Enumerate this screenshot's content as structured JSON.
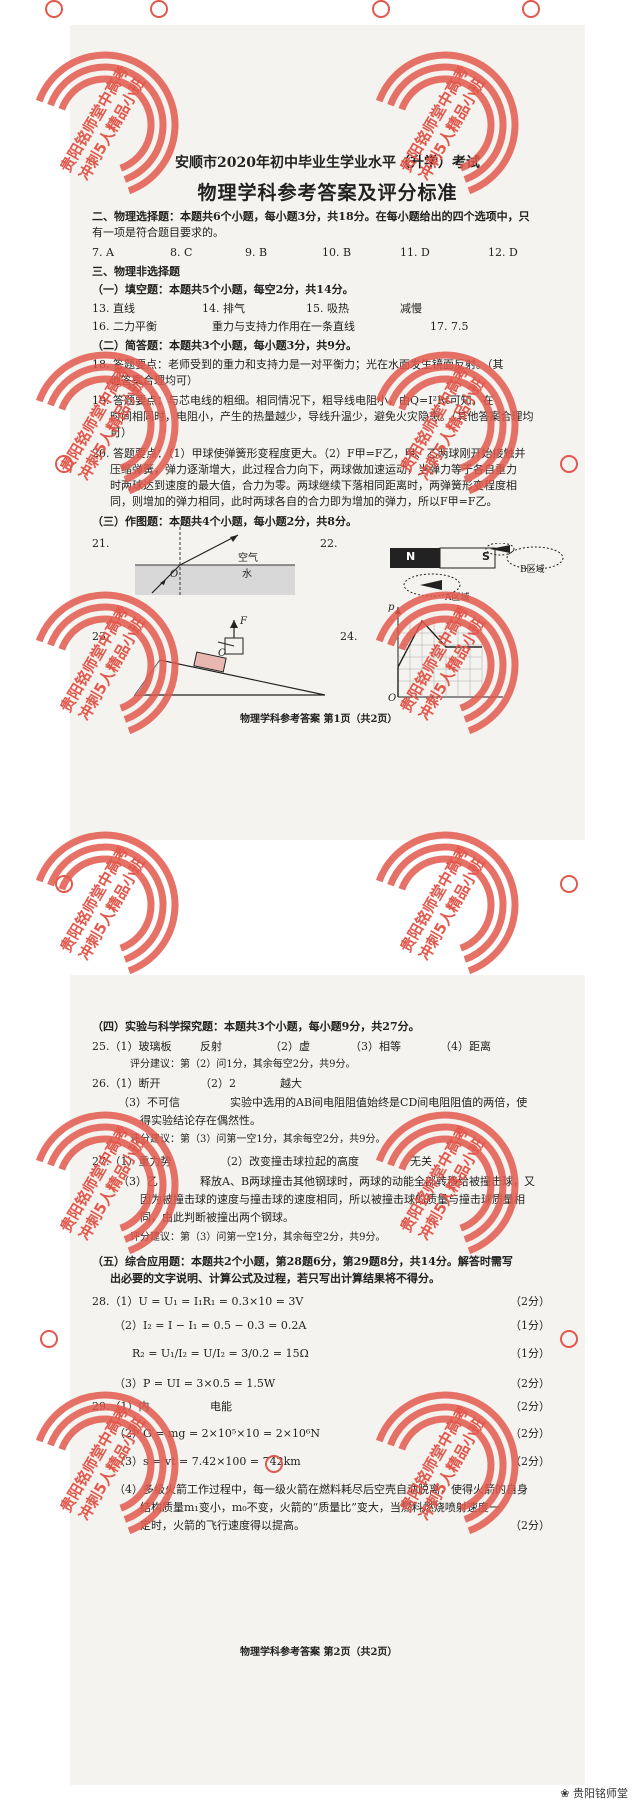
{
  "page1": {
    "title1": "安顺市2020年初中毕业生学业水平（升学）考试",
    "title2": "物理学科参考答案及评分标准",
    "sec2_head": "二、物理选择题：本题共6个小题，每小题3分，共18分。在每小题给出的四个选项中，只",
    "sec2_head2": "有一项是符合题目要求的。",
    "choices": [
      "7. A",
      "8. C",
      "9. B",
      "10. B",
      "11. D",
      "12. D"
    ],
    "sec3_head": "三、物理非选择题",
    "fill_head": "（一）填空题：本题共5个小题，每空2分，共14分。",
    "fill_row1": [
      "13. 直线",
      "14. 排气",
      "15. 吸热",
      "减慢"
    ],
    "fill_row2": [
      "16. 二力平衡",
      "重力与支持力作用在一条直线",
      "17. 7.5"
    ],
    "short_head": "（二）简答题：本题共3个小题，每小题3分，共9分。",
    "q18": "18. 答题要点：老师受到的重力和支持力是一对平衡力；光在水面发生镜面反射。（其",
    "q18b": "他答案合理均可）",
    "q19": "19. 答题要点：与芯电线的粗细。相同情况下，粗导线电阻小，由Q=I²Rt可知，在",
    "q19b": "时间相同时，电阻小，产生的热量越少，导线升温少，避免火灾隐患。（其他答案合理均",
    "q19c": "可）",
    "q20": "20. 答题要点：（1）甲球使弹簧形变程度更大。（2）F甲=F乙，甲、乙两球刚开始接触并",
    "q20b": "压缩弹簧，弹力逐渐增大，此过程合力向下，两球做加速运动，当弹力等于各自重力",
    "q20c": "时两球达到速度的最大值，合力为零。两球继续下落相同距离时，两弹簧形变程度相",
    "q20d": "同，则增加的弹力相同，此时两球各自的合力即为增加的弹力，所以F甲=F乙。",
    "draw_head": "（三）作图题：本题共4个小题，每小题2分，共8分。",
    "q21": "21.",
    "q22": "22.",
    "q23": "23.",
    "q24": "24.",
    "fig21_air": "空气",
    "fig21_water": "水",
    "fig21_o": "O",
    "fig22_n": "N",
    "fig22_s": "S",
    "fig22_b": "B区域",
    "fig22_a": "A区域",
    "fig23_f": "F",
    "fig23_o": "O",
    "fig24_p": "p",
    "fig24_o": "O",
    "footer": "物理学科参考答案   第1页（共2页）"
  },
  "page2": {
    "sec4_head": "（四）实验与科学探究题：本题共3个小题，每小题9分，共27分。",
    "q25": [
      "25.（1）玻璃板",
      "反射",
      "（2）虚",
      "（3）相等",
      "（4）距离"
    ],
    "q25_note": "评分建议：第（2）问1分，其余每空2分，共9分。",
    "q26": [
      "26.（1）断开",
      "（2）2",
      "越大"
    ],
    "q26_3": "（3）不可信",
    "q26_3b": "实验中选用的AB间电阻阻值始终是CD间电阻阻值的两倍，使",
    "q26_3c": "得实验结论存在偶然性。",
    "q26_note": "评分建议：第（3）问第一空1分，其余每空2分，共9分。",
    "q27": [
      "27.（1）重力势",
      "（2）改变撞击球拉起的高度",
      "无关"
    ],
    "q27_3": "（3）乙",
    "q27_3b": "释放A、B两球撞击其他钢球时，两球的动能全部转移给被撞击球，又",
    "q27_3c": "因为被撞击球的速度与撞击球的速度相同，所以被撞击球的质量与撞击球质量相",
    "q27_3d": "同，由此判断被撞出两个钢球。",
    "q27_note": "评分建议：第（3）问第一空1分，其余每空2分，共9分。",
    "sec5_head": "（五）综合应用题：本题共2个小题，第28题6分，第29题8分，共14分。解答时需写",
    "sec5_head2": "出必要的文字说明、计算公式及过程，若只写出计算结果将不得分。",
    "q28_1": "28.（1）U = U₁ = I₁R₁ = 0.3×10 = 3V",
    "q28_1s": "（2分）",
    "q28_2": "（2）I₂ = I − I₁ = 0.5 − 0.3 = 0.2A",
    "q28_2s": "（1分）",
    "q28_2b": "R₂ = U₁/I₂ = U/I₂ = 3/0.2 = 15Ω",
    "q28_2bs": "（1分）",
    "q28_3": "（3）P = UI = 3×0.5 = 1.5W",
    "q28_3s": "（2分）",
    "q29_1": "29.（1）内",
    "q29_1b": "电能",
    "q29_1s": "（2分）",
    "q29_2": "（2）G = mg = 2×10⁵×10 = 2×10⁶N",
    "q29_2s": "（2分）",
    "q29_3": "（3）s = vt = 7.42×100 = 742km",
    "q29_3s": "（2分）",
    "q29_4": "（4）多级火箭工作过程中，每一级火箭在燃料耗尽后空壳自动脱离，使得火箭的自身",
    "q29_4b": "结构质量m₁变小，m₀不变，火箭的“质量比”变大，当燃料燃烧喷射速度一",
    "q29_4c": "定时，火箭的飞行速度得以提高。",
    "q29_4s": "（2分）",
    "footer": "物理学科参考答案   第2页（共2页）"
  },
  "watermark": {
    "text1": "贵阳铭师堂中高考",
    "text2": "冲刺5人精品小班",
    "color": "#e2584c"
  },
  "logo": "贵阳铭师堂"
}
